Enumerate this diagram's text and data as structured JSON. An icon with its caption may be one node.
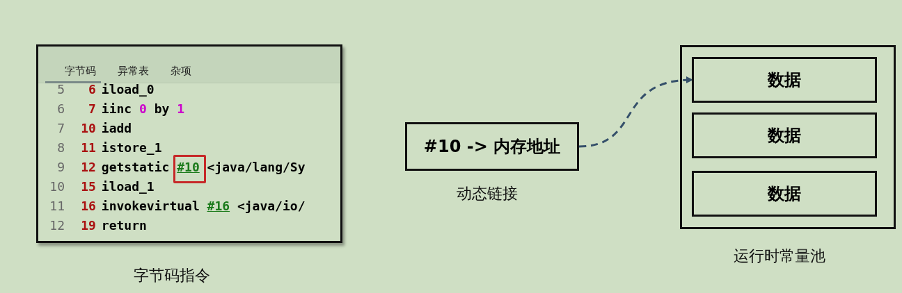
{
  "diagram": {
    "nodes": [
      {
        "text": [
          "字节码",
          "异常表",
          "杂项",
          "5 6 iload_0",
          "6 7 iinc 0 by 1",
          "7 10 iadd",
          "8 11 istore_1",
          "9 12 getstatic #10 <java/lang/Sy",
          "10 15 iload_1",
          "11 16 invokevirtual #16 <java/io/",
          "12 19 return"
        ],
        "beside": [
          "字节码指令"
        ]
      },
      {
        "text": [
          "#10 -> 内存地址"
        ],
        "beside": [
          "动态链接"
        ]
      },
      {
        "text": [],
        "shape": "box",
        "beside": [
          "运行时常量池"
        ]
      },
      {
        "text": [
          "数据"
        ],
        "in": 2
      },
      {
        "text": [
          "数据"
        ],
        "in": 2
      },
      {
        "text": [
          "数据"
        ],
        "in": 2
      }
    ],
    "edges": [
      {
        "from": 1,
        "to": 3,
        "arrow": "to",
        "style": "dashed"
      }
    ]
  }
}
